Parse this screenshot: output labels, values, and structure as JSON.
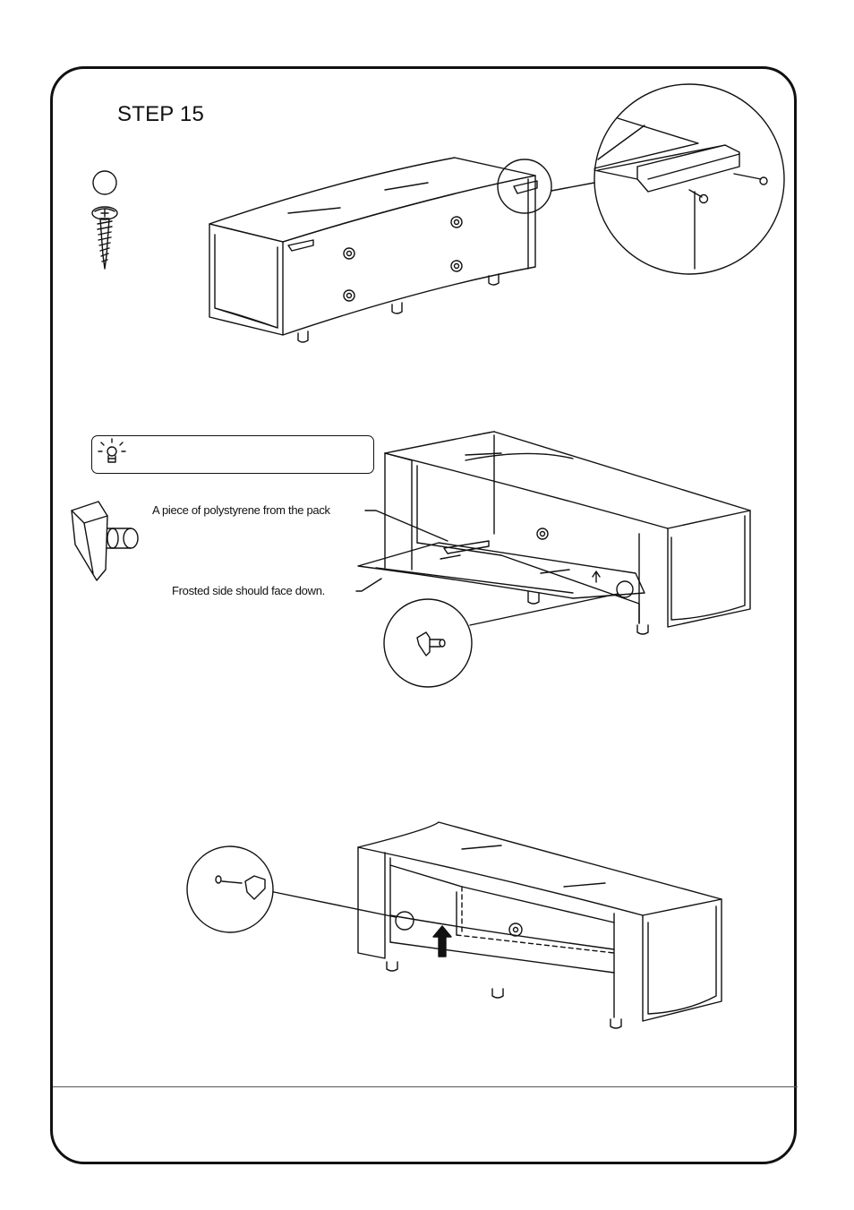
{
  "step": {
    "title": "STEP 15"
  },
  "labels": {
    "polystyrene": "A piece of polystyrene from the pack",
    "frosted": "Frosted side should face down."
  },
  "icons": {
    "screw": "screw-icon",
    "tip": "lightbulb-icon",
    "shelf_support": "shelf-support-peg-icon"
  },
  "colors": {
    "line": "#111111",
    "background": "#ffffff"
  }
}
